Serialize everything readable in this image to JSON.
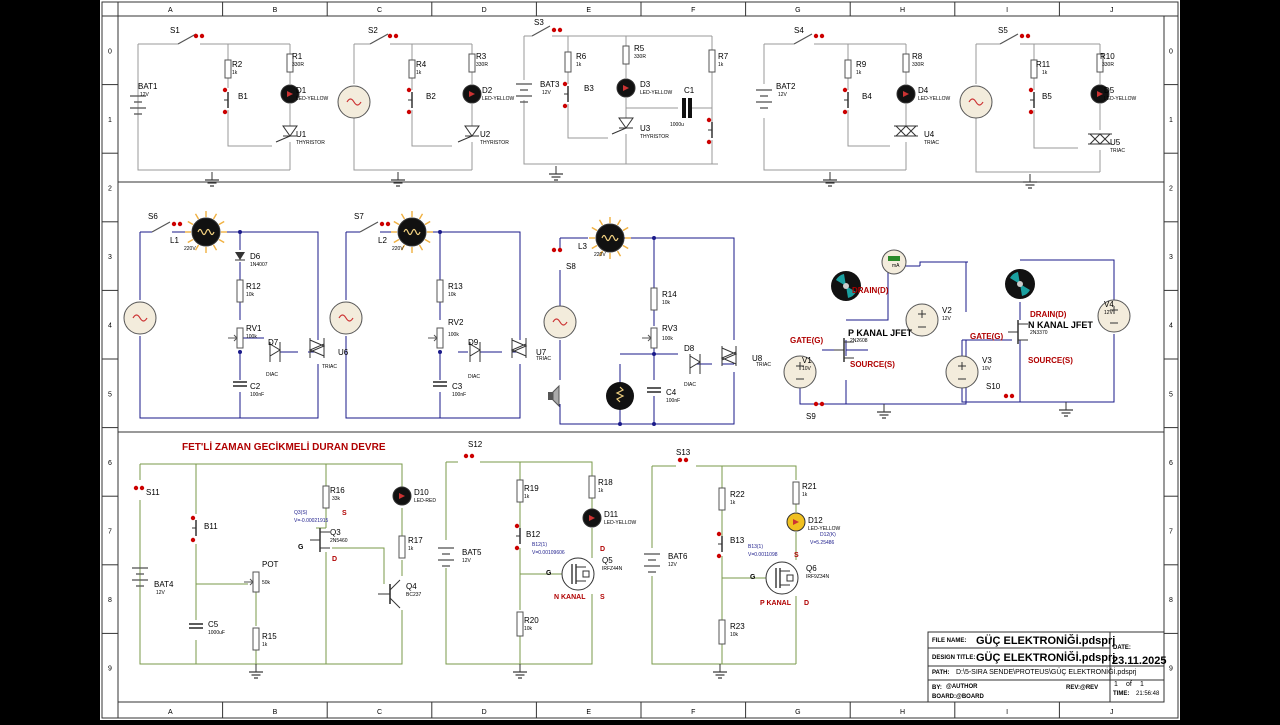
{
  "border": {
    "columns": [
      "A",
      "B",
      "C",
      "D",
      "E",
      "F",
      "G",
      "H",
      "I",
      "J"
    ],
    "rows": [
      "0",
      "1",
      "2",
      "3",
      "4",
      "5",
      "6",
      "7",
      "8",
      "9"
    ]
  },
  "circuits": {
    "c1": {
      "switch": "S1",
      "battery": "BAT1",
      "battery_v": "12V",
      "r_a": "R2",
      "r_a_v": "1k",
      "r_b": "R1",
      "r_b_v": "330R",
      "btn": "B1",
      "led": "D1",
      "led_t": "LED-YELLOW",
      "scr": "U1",
      "scr_t": "THYRISTOR"
    },
    "c2": {
      "switch": "S2",
      "r_a": "R4",
      "r_a_v": "1k",
      "r_b": "R3",
      "r_b_v": "330R",
      "btn": "B2",
      "led": "D2",
      "led_t": "LED-YELLOW",
      "scr": "U2",
      "scr_t": "THYRISTOR"
    },
    "c3": {
      "switch": "S3",
      "battery": "BAT3",
      "battery_v": "12V",
      "r_a": "R6",
      "r_a_v": "1k",
      "r_b": "R5",
      "r_b_v": "330R",
      "r_c": "R7",
      "r_c_v": "1k",
      "btn": "B3",
      "led": "D3",
      "led_t": "LED-YELLOW",
      "cap": "C1",
      "cap_v": "1000u",
      "scr": "U3",
      "scr_t": "THYRISTOR"
    },
    "c4": {
      "switch": "S4",
      "battery": "BAT2",
      "battery_v": "12V",
      "r_a": "R9",
      "r_a_v": "1k",
      "r_b": "R8",
      "r_b_v": "330R",
      "btn": "B4",
      "led": "D4",
      "led_t": "LED-YELLOW",
      "triac": "U4",
      "triac_t": "TRIAC"
    },
    "c5": {
      "switch": "S5",
      "r_a": "R11",
      "r_a_v": "1k",
      "r_b": "R10",
      "r_b_v": "330R",
      "btn": "B5",
      "led": "D5",
      "led_t": "LED-YELLOW",
      "triac": "U5",
      "triac_t": "TRIAC"
    },
    "c6": {
      "switch": "S6",
      "lamp": "L1",
      "lamp_v": "220V",
      "diode": "D6",
      "diode_t": "1N4007",
      "r": "R12",
      "r_v": "10k",
      "pot": "RV1",
      "pot_v": "100k",
      "diac": "D7",
      "diac_t": "DIAC",
      "cap": "C2",
      "cap_v": "100nF",
      "triac": "U6",
      "triac_t": "TRIAC"
    },
    "c7": {
      "switch": "S7",
      "lamp": "L2",
      "lamp_v": "220V",
      "r": "R13",
      "r_v": "10k",
      "pot": "RV2",
      "pot_v": "100k",
      "diac": "D9",
      "diac_t": "DIAC",
      "cap": "C3",
      "cap_v": "100nF",
      "triac": "U7",
      "triac_t": "TRIAC"
    },
    "c8": {
      "switch": "S8",
      "lamp": "L3",
      "lamp_v": "220V",
      "r": "R14",
      "r_v": "10k",
      "pot": "RV3",
      "pot_v": "100k",
      "diac": "D8",
      "diac_t": "DIAC",
      "cap": "C4",
      "cap_v": "100nF",
      "triac": "U8",
      "triac_t": "TRIAC"
    },
    "jfet_p": {
      "meter": "mA",
      "src": "V1",
      "src_v": "10V",
      "src2": "V2",
      "src2_v": "12V",
      "gate": "GATE(G)",
      "drain": "DRAIN(D)",
      "source": "SOURCE(S)",
      "title": "P KANAL JFET",
      "part": "2N2608",
      "switch": "S9"
    },
    "jfet_n": {
      "src": "V3",
      "src_v": "10V",
      "src2": "V4",
      "src2_v": "12V",
      "gate": "GATE(G)",
      "drain": "DRAIN(D)",
      "source": "SOURCE(S)",
      "title": "N KANAL JFET",
      "part": "2N3370",
      "switch": "S10"
    },
    "fet_delay": {
      "title": "FET'Lİ ZAMAN GECİKMELİ DURAN DEVRE",
      "switch": "S11",
      "btn": "B11",
      "battery": "BAT4",
      "battery_v": "12V",
      "pot": "POT",
      "pot_v": "50k",
      "cap": "C5",
      "cap_v": "1000uF",
      "r15": "R15",
      "r15_v": "1k",
      "r16": "R16",
      "r16_v": "33k",
      "probe": "Q3(S)",
      "probe_v": "V=-0.00021915",
      "q3": "Q3",
      "q3_t": "2N5460",
      "q3_g": "G",
      "q3_d": "D",
      "q3_s": "S",
      "led": "D10",
      "led_t": "LED-RED",
      "r17": "R17",
      "r17_v": "1k",
      "q4": "Q4",
      "q4_t": "BC237"
    },
    "mosfet_n": {
      "switch": "S12",
      "battery": "BAT5",
      "battery_v": "12V",
      "r19": "R19",
      "r19_v": "1k",
      "r18": "R18",
      "r18_v": "1k",
      "btn": "B12",
      "probe": "B12(1)",
      "probe_v": "V=0.00109606",
      "led": "D11",
      "led_t": "LED-YELLOW",
      "q": "Q5",
      "q_t": "IRFZ44N",
      "g": "G",
      "d": "D",
      "s": "S",
      "r20": "R20",
      "r20_v": "10k",
      "title": "N KANAL"
    },
    "mosfet_p": {
      "switch": "S13",
      "battery": "BAT6",
      "battery_v": "12V",
      "r22": "R22",
      "r22_v": "1k",
      "r21": "R21",
      "r21_v": "1k",
      "btn": "B13",
      "probe": "B13(1)",
      "probe_v": "V=0.0011098",
      "led": "D12",
      "led_t": "LED-YELLOW",
      "probe2": "D12(K)",
      "probe2_v": "V=5.25486",
      "q": "Q6",
      "q_t": "IRF9Z34N",
      "g": "G",
      "d": "D",
      "s": "S",
      "r23": "R23",
      "r23_v": "10k",
      "title": "P KANAL"
    }
  },
  "title_block": {
    "file_name_label": "FILE NAME:",
    "file_name": "GÜÇ ELEKTRONİĞİ.pdsprj",
    "design_title_label": "DESIGN TITLE:",
    "design_title": "GÜÇ ELEKTRONİĞİ.pdsprj",
    "path_label": "PATH:",
    "path": "D:\\5-SIRA SENDE\\PROTEUS\\GÜÇ ELEKTRONİĞİ.pdsprj",
    "by_label": "BY:",
    "by": "@AUTHOR",
    "rev_label": "REV:",
    "rev": "@REV",
    "board_label": "BOARD:",
    "board": "@BOARD",
    "date_label": "DATE:",
    "date": "23.11.2025",
    "page": "1",
    "of_label": "of",
    "pages": "1",
    "time_label": "TIME:",
    "time": "21:56:48"
  },
  "colors": {
    "wire": "#1a1a8a",
    "pink_wire": "#c23a3a",
    "grid": "#000000",
    "component": "#7a3020",
    "label": "#000000",
    "accent": "#0a0",
    "title_red": "#b00000"
  }
}
